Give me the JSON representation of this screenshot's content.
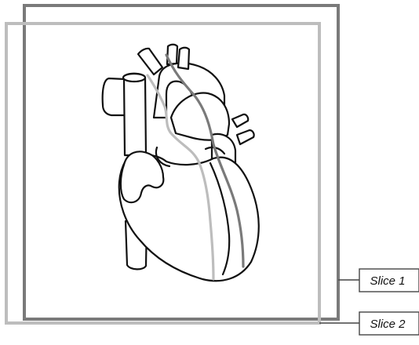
{
  "diagram": {
    "subject": "heart-illustration",
    "colors": {
      "background": "#ffffff",
      "outline": "#111111",
      "slice_1_frame": "#7a7a7a",
      "slice_2_frame": "#bdbdbd",
      "callout_line": "#444444"
    },
    "slices": [
      {
        "id": "slice-1",
        "label": "Slice 1"
      },
      {
        "id": "slice-2",
        "label": "Slice 2"
      }
    ]
  }
}
